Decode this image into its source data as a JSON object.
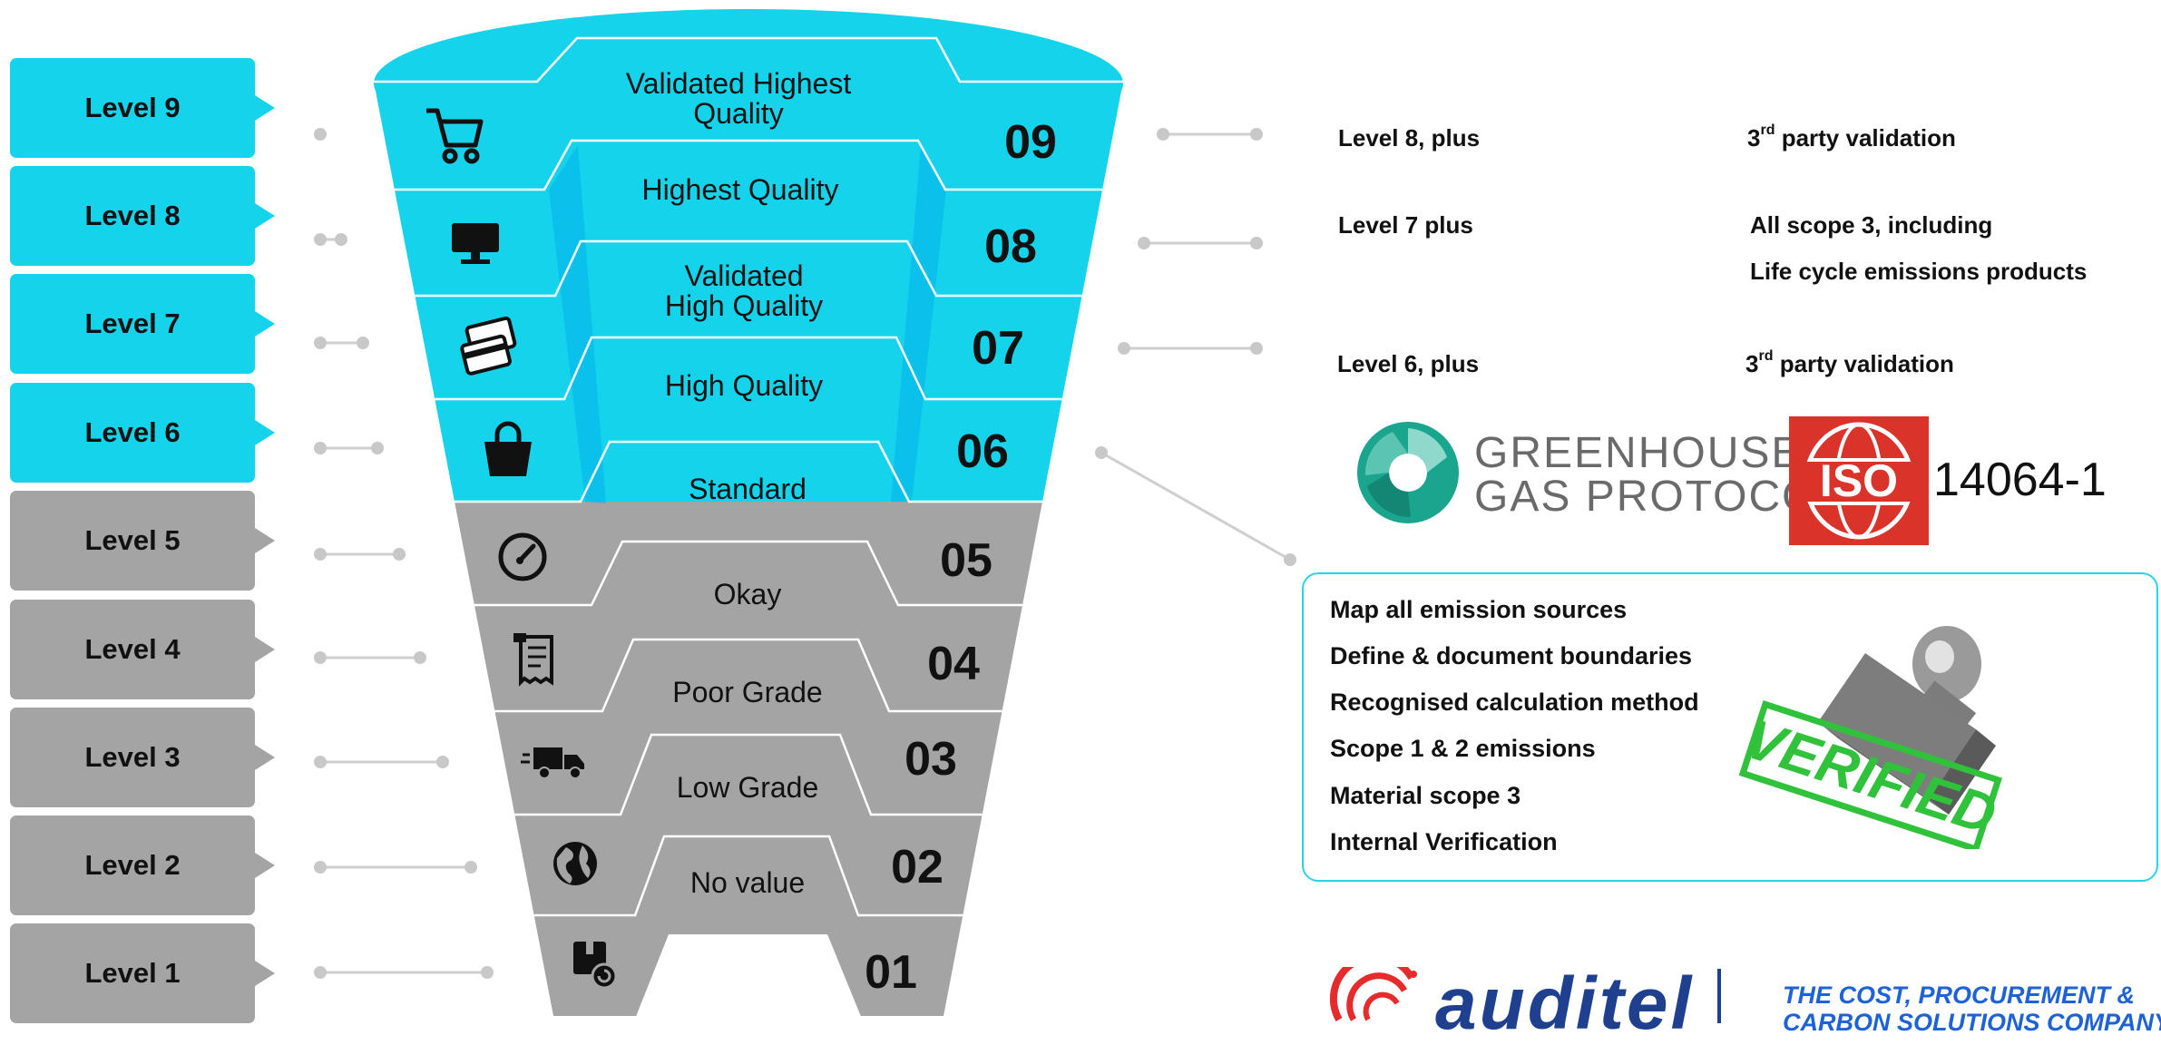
{
  "levels": [
    {
      "label": "Level 9",
      "color": "cyan"
    },
    {
      "label": "Level 8",
      "color": "cyan"
    },
    {
      "label": "Level 7",
      "color": "cyan"
    },
    {
      "label": "Level 6",
      "color": "cyan"
    },
    {
      "label": "Level 5",
      "color": "grey"
    },
    {
      "label": "Level 4",
      "color": "grey"
    },
    {
      "label": "Level 3",
      "color": "grey"
    },
    {
      "label": "Level 2",
      "color": "grey"
    },
    {
      "label": "Level 1",
      "color": "grey"
    }
  ],
  "funnel": {
    "numbers": [
      "09",
      "08",
      "07",
      "06",
      "05",
      "04",
      "03",
      "02",
      "01"
    ],
    "tiers": [
      {
        "lines": [
          "Validated Highest",
          "Quality"
        ]
      },
      {
        "lines": [
          "Highest Quality"
        ]
      },
      {
        "lines": [
          "Validated",
          "High Quality"
        ]
      },
      {
        "lines": [
          "High Quality"
        ]
      },
      {
        "lines": [
          "Standard"
        ]
      },
      {
        "lines": [
          "Okay"
        ]
      },
      {
        "lines": [
          "Poor Grade"
        ]
      },
      {
        "lines": [
          "Low Grade"
        ]
      },
      {
        "lines": [
          "No value"
        ]
      }
    ],
    "icons": [
      "shopping-cart-icon",
      "monitor-icon",
      "credit-cards-icon",
      "shopping-bag-icon",
      "speedometer-icon",
      "receipt-icon",
      "delivery-truck-icon",
      "globe-icon",
      "package-return-icon"
    ]
  },
  "right": {
    "row9_left": "Level 8, plus",
    "row9_right_sup": "rd",
    "row9_right_pre": "3",
    "row9_right_post": " party validation",
    "row8_left": "Level 7 plus",
    "row8_right_1": "All scope 3, including",
    "row8_right_2": "Life cycle emissions products",
    "row7_left": "Level 6, plus",
    "row7_right_pre": "3",
    "row7_right_sup": "rd",
    "row7_right_post": " party validation"
  },
  "logos": {
    "ghg_line1": "GREENHOUSE",
    "ghg_line2": "GAS PROTOCOL",
    "iso_text": "ISO",
    "iso_number": "14064-1"
  },
  "requirements": [
    "Map all emission sources",
    "Define & document boundaries",
    "Recognised calculation method",
    "Scope 1 & 2 emissions",
    "Material scope 3",
    "Internal Verification"
  ],
  "stamp": {
    "text": "VERIFIED"
  },
  "footer": {
    "brand": "auditel",
    "tagline_1": "THE COST, PROCUREMENT &",
    "tagline_2": "CARBON SOLUTIONS COMPANY"
  },
  "colors": {
    "cyan": "#16d3ec",
    "cyan_dark": "#00b2ea",
    "grey": "#a4a4a4",
    "box_border": "#27d4e6",
    "auditel_blue": "#1f3f8f",
    "tagline_blue": "#1d62d6",
    "iso_red": "#d9332a",
    "ghg_teal": "#1aa58f",
    "stamp_green": "#2fc23a"
  }
}
